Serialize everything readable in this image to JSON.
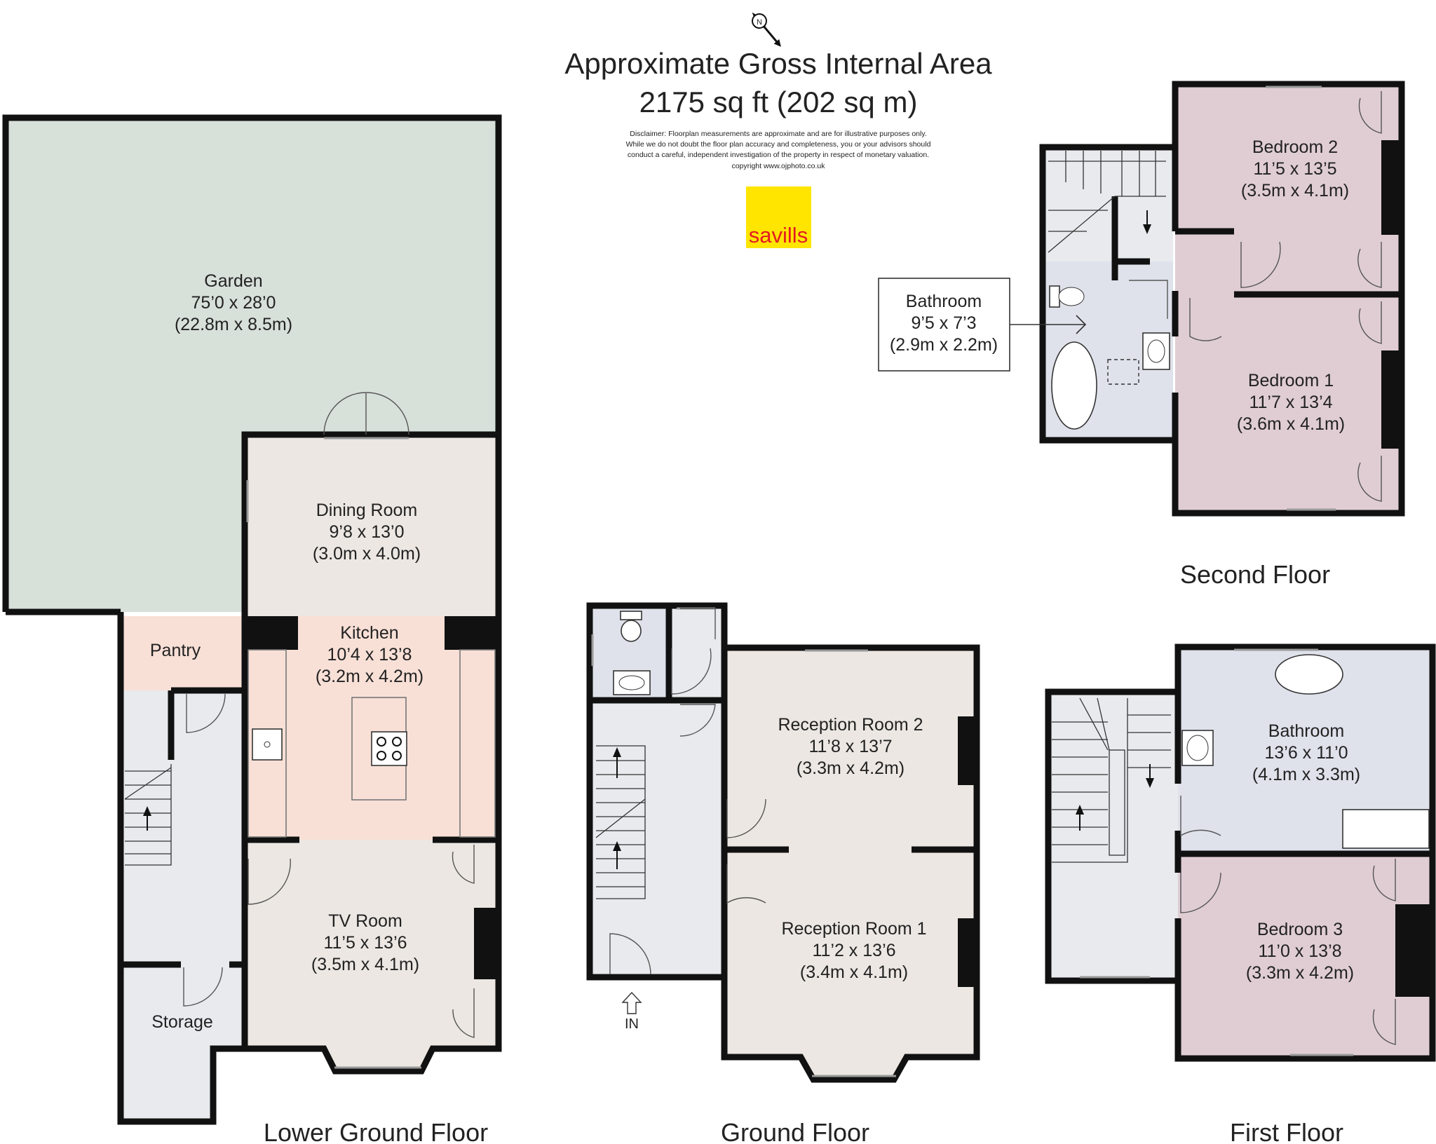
{
  "title": {
    "line1": "Approximate Gross Internal Area",
    "line2": "2175 sq ft (202 sq m)"
  },
  "disclaimer": [
    "Disclaimer: Floorplan measurements are approximate and are for illustrative purposes only.",
    "While we do not doubt the floor plan accuracy and completeness, you or your advisors should",
    "conduct a careful, independent investigation of the property in respect of monetary valuation.",
    "copyright www.ojphoto.co.uk"
  ],
  "logo": {
    "text": "savills",
    "bg_color": "#FFE500",
    "text_color": "#E31B23"
  },
  "compass": {
    "label": "N"
  },
  "colors": {
    "garden": "#D8E0DA",
    "living": "#ECE7E2",
    "kitchen": "#F8E0D7",
    "hall": "#E8EAED",
    "bathroom": "#DFE2EB",
    "bedroom": "#E0CDD4",
    "walls": "#111111"
  },
  "floors": {
    "lower_ground": {
      "label": "Lower Ground Floor",
      "rooms": {
        "garden": {
          "name": "Garden",
          "imperial": "75’0 x 28’0",
          "metric": "(22.8m x 8.5m)"
        },
        "dining": {
          "name": "Dining Room",
          "imperial": "9’8 x 13’0",
          "metric": "(3.0m x 4.0m)"
        },
        "kitchen": {
          "name": "Kitchen",
          "imperial": "10’4 x 13’8",
          "metric": "(3.2m x 4.2m)"
        },
        "pantry": {
          "name": "Pantry"
        },
        "tv": {
          "name": "TV Room",
          "imperial": "11’5 x 13’6",
          "metric": "(3.5m x 4.1m)"
        },
        "storage": {
          "name": "Storage"
        }
      }
    },
    "ground": {
      "label": "Ground Floor",
      "entrance": "IN",
      "rooms": {
        "reception2": {
          "name": "Reception Room 2",
          "imperial": "11’8 x 13’7",
          "metric": "(3.3m x 4.2m)"
        },
        "reception1": {
          "name": "Reception Room 1",
          "imperial": "11’2 x 13’6",
          "metric": "(3.4m x 4.1m)"
        }
      }
    },
    "first": {
      "label": "First Floor",
      "rooms": {
        "bathroom": {
          "name": "Bathroom",
          "imperial": "13’6 x 11’0",
          "metric": "(4.1m x 3.3m)"
        },
        "bedroom3": {
          "name": "Bedroom 3",
          "imperial": "11’0 x 13’8",
          "metric": "(3.3m x 4.2m)"
        }
      }
    },
    "second": {
      "label": "Second Floor",
      "rooms": {
        "bedroom2": {
          "name": "Bedroom 2",
          "imperial": "11’5 x 13’5",
          "metric": "(3.5m x 4.1m)"
        },
        "bedroom1": {
          "name": "Bedroom 1",
          "imperial": "11’7 x 13’4",
          "metric": "(3.6m x 4.1m)"
        }
      },
      "callout": {
        "name": "Bathroom",
        "imperial": "9’5 x 7’3",
        "metric": "(2.9m x 2.2m)"
      }
    }
  }
}
